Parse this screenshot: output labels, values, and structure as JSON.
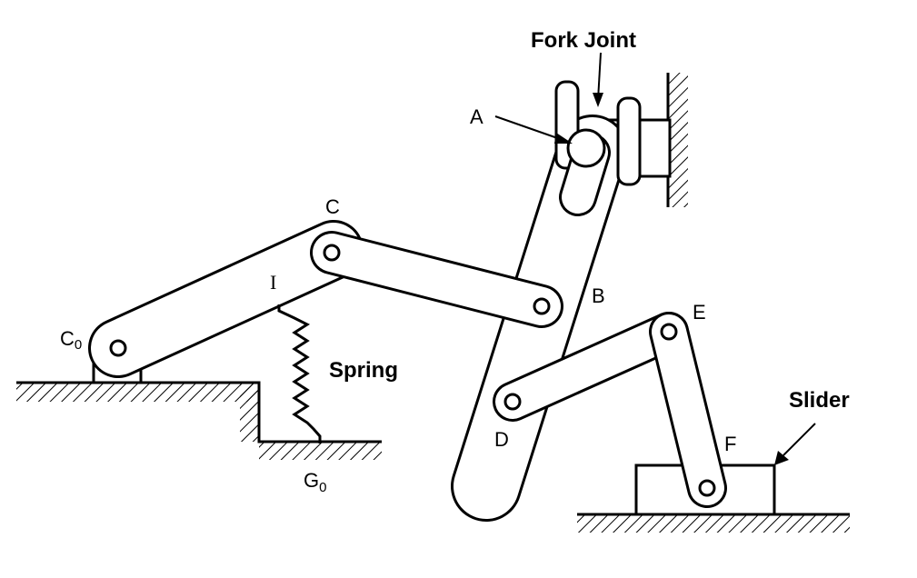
{
  "labels": {
    "fork_joint": "Fork Joint",
    "a": "A",
    "b": "B",
    "c": "C",
    "c0_main": "C",
    "c0_sub": "0",
    "d": "D",
    "e": "E",
    "f": "F",
    "i": "I",
    "spring": "Spring",
    "g0_main": "G",
    "g0_sub": "0",
    "slider": "Slider"
  }
}
